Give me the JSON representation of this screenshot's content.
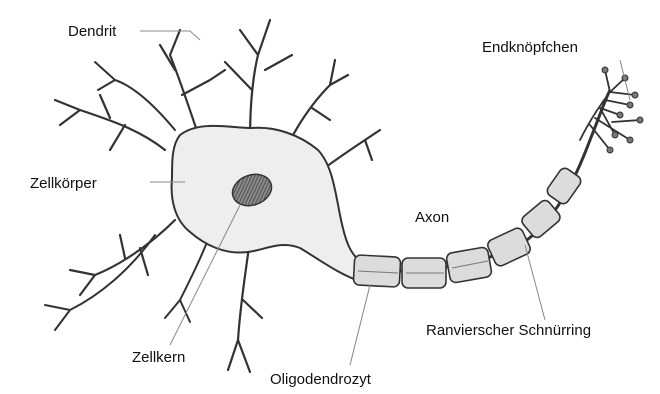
{
  "labels": {
    "dendrit": "Dendrit",
    "endknopfchen": "Endknöpfchen",
    "zellkoerper": "Zellkörper",
    "axon": "Axon",
    "zellkern": "Zellkern",
    "ranvier": "Ranvierscher Schnürring",
    "oligodendrozyt": "Oligodendrozyt"
  },
  "colors": {
    "background": "#ffffff",
    "cell_fill": "#eeeeee",
    "outline": "#333333",
    "nucleus": "#5a5a5a",
    "myelin": "#dcdcdc"
  }
}
